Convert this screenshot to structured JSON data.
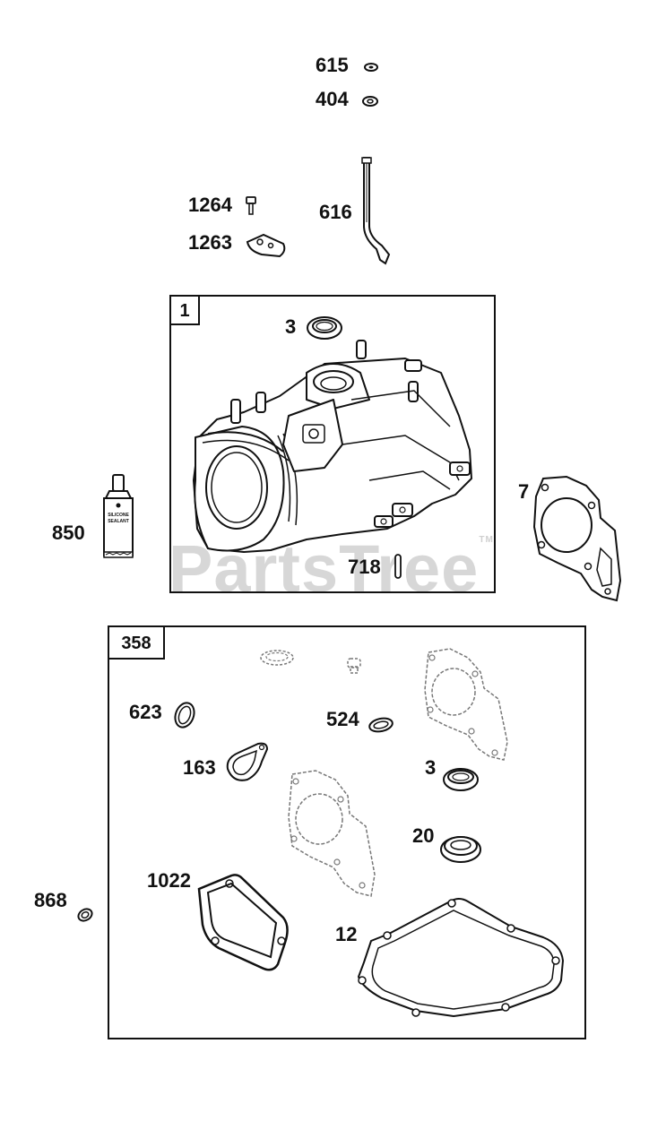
{
  "watermark": {
    "text": "PartsTree",
    "tm": "TM"
  },
  "sealant_text": {
    "line1": "SILICONE",
    "line2": "SEALANT"
  },
  "boxes": {
    "cylinder": {
      "id": "1"
    },
    "gasket_set": {
      "id": "358"
    }
  },
  "labels": {
    "p615": "615",
    "p404": "404",
    "p1264": "1264",
    "p1263": "1263",
    "p616": "616",
    "p3_top": "3",
    "p7": "7",
    "p850": "850",
    "p718": "718",
    "p623": "623",
    "p524": "524",
    "p163": "163",
    "p3_set": "3",
    "p20": "20",
    "p1022": "1022",
    "p868": "868",
    "p12": "12"
  },
  "colors": {
    "line": "#111111",
    "watermark": "#d7d7d7",
    "dashed": "#777777"
  }
}
